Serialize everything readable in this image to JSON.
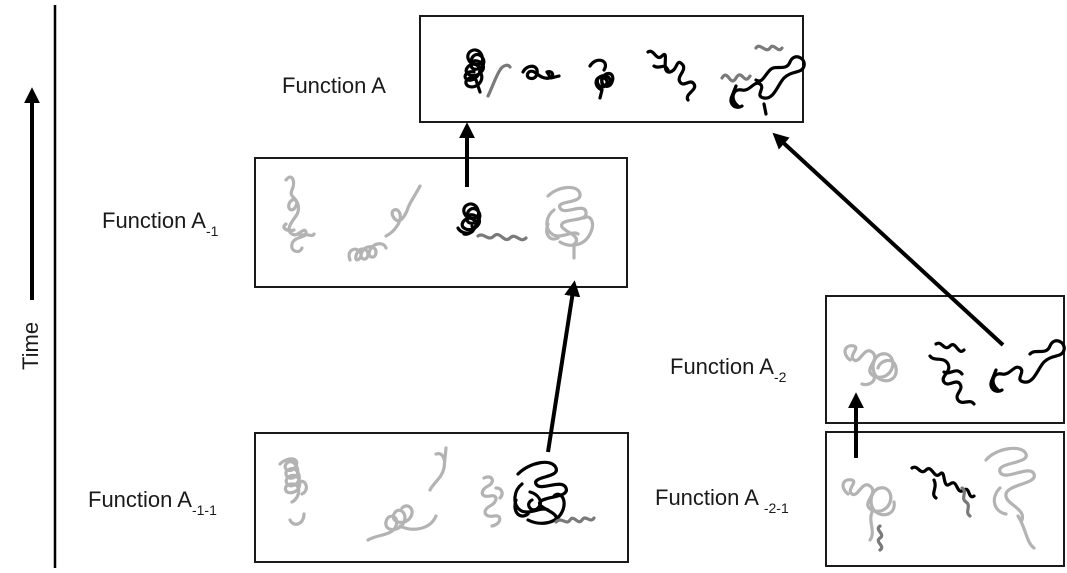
{
  "axis": {
    "label": "Time"
  },
  "boxes": {
    "a": {
      "label": "Function A",
      "sub": ""
    },
    "a1": {
      "label": "Function A",
      "sub": "-1"
    },
    "a2": {
      "label": "Function A",
      "sub": "-2"
    },
    "a11": {
      "label": "Function A",
      "sub": "-1-1"
    },
    "a21": {
      "label": "Function A ",
      "sub": "-2-1"
    }
  },
  "colors": {
    "active": "#000000",
    "inactive": "#b3b3b3",
    "mid": "#7a7a7a",
    "frame": "#1a1a1a"
  }
}
